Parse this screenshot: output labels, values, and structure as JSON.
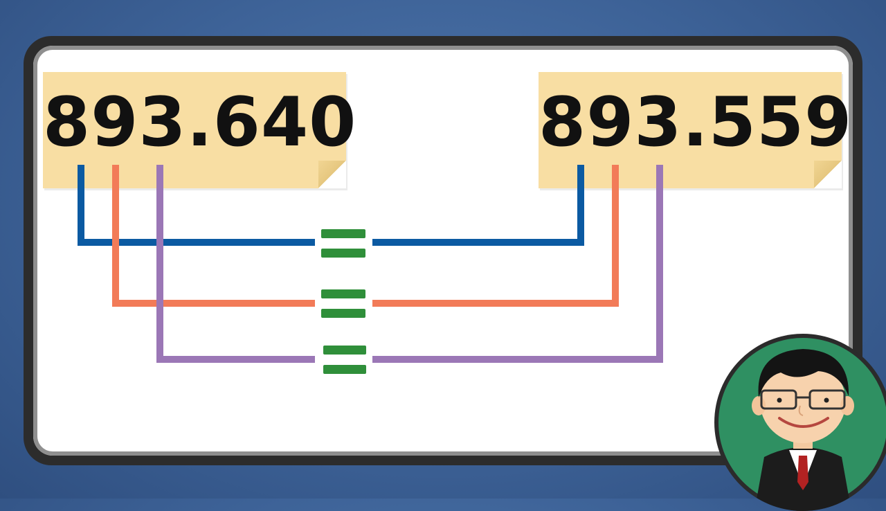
{
  "left_number": "893.640",
  "right_number": "893.559",
  "colors": {
    "background": "#3d6297",
    "note": "#f8dea3",
    "line_1": "#0b5aa2",
    "line_2": "#f27b58",
    "line_3": "#9b77b6",
    "equals": "#2f8f3a",
    "avatar_bg": "#2f9062"
  },
  "comparisons": [
    {
      "symbol": "equals",
      "color": "#0b5aa2"
    },
    {
      "symbol": "equals",
      "color": "#f27b58"
    },
    {
      "symbol": "equals",
      "color": "#9b77b6"
    }
  ]
}
